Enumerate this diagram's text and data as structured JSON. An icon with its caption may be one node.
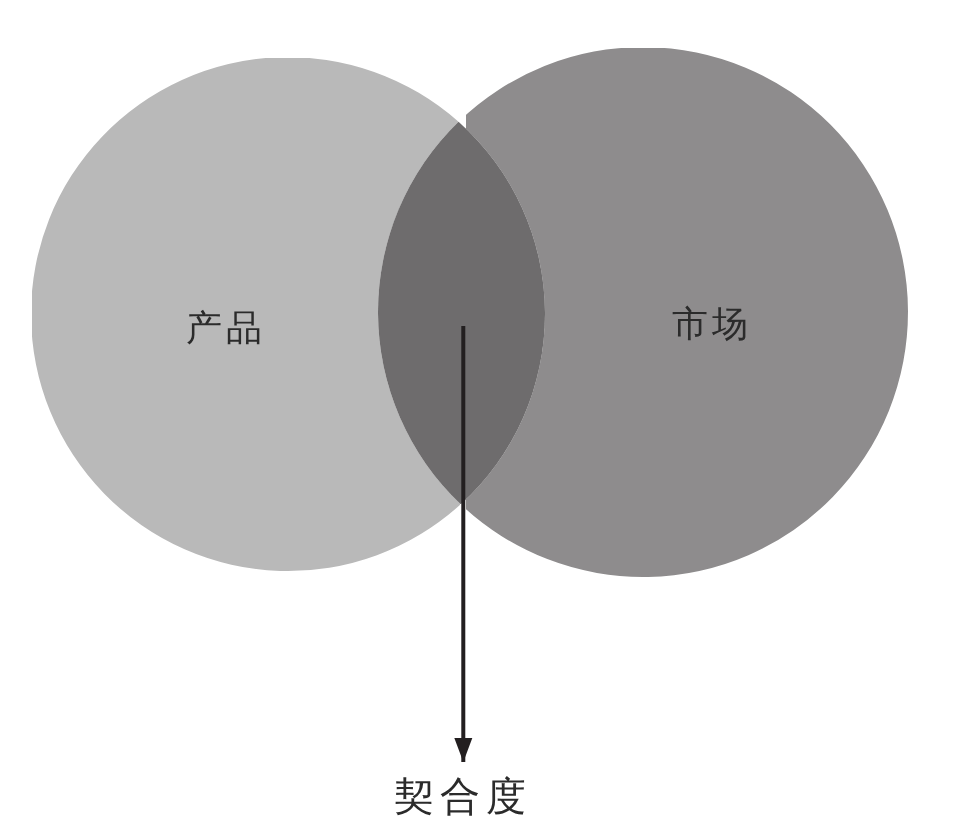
{
  "diagram": {
    "nodes": [
      {
        "text": [
          "产品"
        ]
      },
      {
        "text": [
          "市场"
        ]
      },
      {
        "text": [],
        "shape": "lens"
      },
      {
        "text": [
          "契合度"
        ]
      }
    ],
    "edges": [
      {
        "from": 2,
        "to": 3,
        "arrow": "to"
      }
    ]
  }
}
